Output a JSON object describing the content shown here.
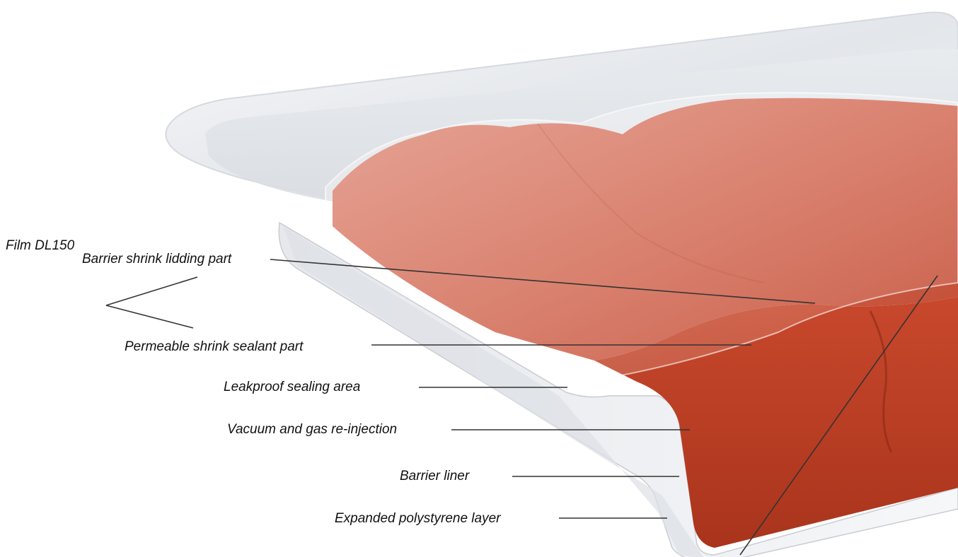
{
  "diagram": {
    "group_label": "Film DL150",
    "labels": {
      "barrier_lidding": "Barrier shrink lidding part",
      "permeable_sealant": "Permeable shrink sealant part",
      "leakproof_area": "Leakproof sealing area",
      "vacuum_gas": "Vacuum and gas re-injection",
      "barrier_liner": "Barrier liner",
      "eps_layer": "Expanded polystyrene layer"
    },
    "colors": {
      "meat": "#c9553d",
      "meat_dark": "#a8381f",
      "tray": "#eef0f3",
      "leader_line": "#333333"
    }
  }
}
